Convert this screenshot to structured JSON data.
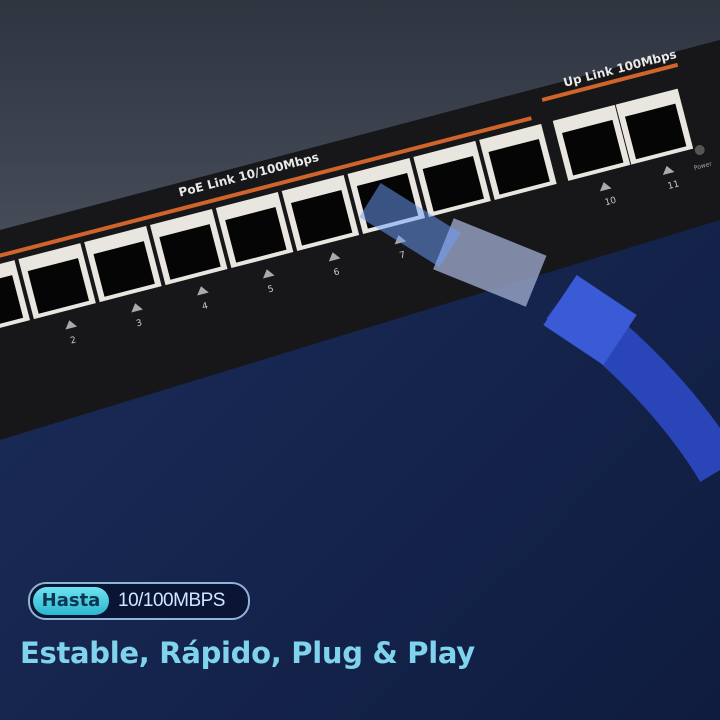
{
  "device": {
    "poe_label": "PoE Link 10/100Mbps",
    "uplink_label": "Up Link 100Mbps",
    "power_label": "Power",
    "port_numbers": [
      "2",
      "3",
      "4",
      "5",
      "6",
      "7",
      "10",
      "11"
    ]
  },
  "badge": {
    "tag": "Hasta",
    "value": "10/100MBPS"
  },
  "headline": "Estable, Rápido, Plug & Play",
  "colors": {
    "background": "#14234a",
    "accent": "#7fd3ec",
    "cable": "#2a45b8",
    "trim": "#d0642a"
  }
}
